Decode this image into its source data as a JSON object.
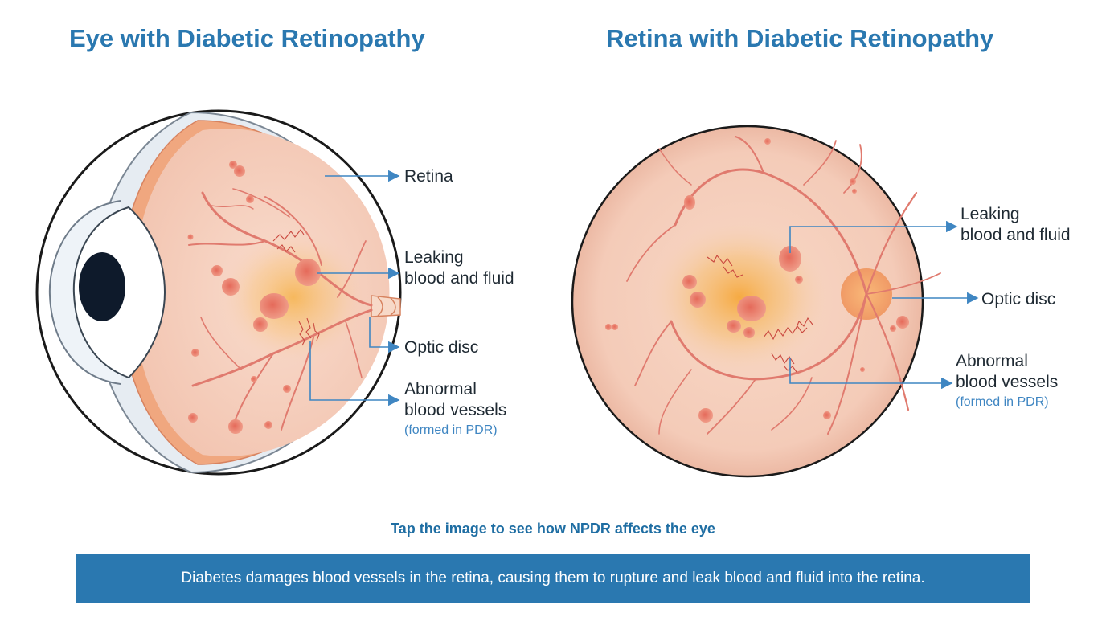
{
  "titles": {
    "left": "Eye with Diabetic Retinopathy",
    "right": "Retina with Diabetic Retinopathy"
  },
  "left_labels": {
    "retina": "Retina",
    "leaking_line1": "Leaking",
    "leaking_line2": "blood and fluid",
    "optic_disc": "Optic disc",
    "abnormal_line1": "Abnormal",
    "abnormal_line2": "blood vessels",
    "abnormal_note": "(formed in PDR)"
  },
  "right_labels": {
    "leaking_line1": "Leaking",
    "leaking_line2": "blood and fluid",
    "optic_disc": "Optic disc",
    "abnormal_line1": "Abnormal",
    "abnormal_line2": "blood vessels",
    "abnormal_note": "(formed in PDR)"
  },
  "hint": "Tap the image to see how NPDR affects the eye",
  "banner": "Diabetes damages blood vessels in the retina, causing them to rupture and leak blood and fluid into the retina.",
  "colors": {
    "title": "#2a78b0",
    "banner_bg": "#2a78b0",
    "vessel": "#e07a6e",
    "lesion": "#e8826f",
    "leader": "#3f86c2",
    "retina_fill": "#f6d2c2"
  },
  "icons": [
    "arrow-right-icon"
  ]
}
